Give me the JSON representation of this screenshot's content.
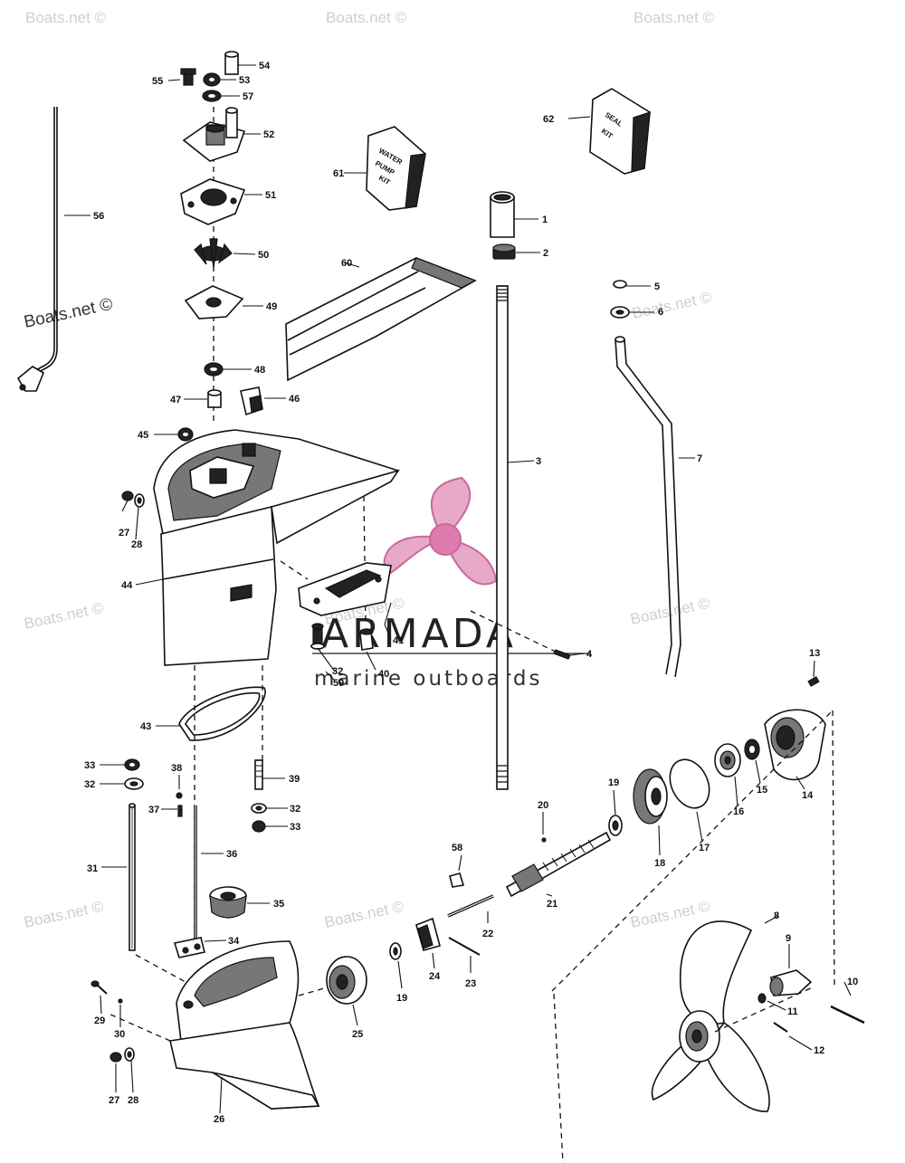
{
  "watermark": {
    "text": "Boats.net ©",
    "faint_text": "Boats.net ©"
  },
  "logo": {
    "title": "ARMADA",
    "subtitle": "marine outboards",
    "color": "#e8a9c8"
  },
  "kits": {
    "water_pump_kit": [
      "WATER",
      "PUMP",
      "KIT"
    ],
    "seal_kit": [
      "SEAL",
      "KIT"
    ]
  },
  "callouts": [
    {
      "id": "c1",
      "label": "1"
    },
    {
      "id": "c2",
      "label": "2"
    },
    {
      "id": "c3",
      "label": "3"
    },
    {
      "id": "c4",
      "label": "4"
    },
    {
      "id": "c5",
      "label": "5"
    },
    {
      "id": "c6",
      "label": "6"
    },
    {
      "id": "c7",
      "label": "7"
    },
    {
      "id": "c8",
      "label": "8"
    },
    {
      "id": "c9",
      "label": "9"
    },
    {
      "id": "c10",
      "label": "10"
    },
    {
      "id": "c11",
      "label": "11"
    },
    {
      "id": "c12",
      "label": "12"
    },
    {
      "id": "c13",
      "label": "13"
    },
    {
      "id": "c14",
      "label": "14"
    },
    {
      "id": "c15",
      "label": "15"
    },
    {
      "id": "c16",
      "label": "16"
    },
    {
      "id": "c17",
      "label": "17"
    },
    {
      "id": "c18",
      "label": "18"
    },
    {
      "id": "c19a",
      "label": "19"
    },
    {
      "id": "c19b",
      "label": "19"
    },
    {
      "id": "c20",
      "label": "20"
    },
    {
      "id": "c21",
      "label": "21"
    },
    {
      "id": "c22",
      "label": "22"
    },
    {
      "id": "c23",
      "label": "23"
    },
    {
      "id": "c24",
      "label": "24"
    },
    {
      "id": "c25",
      "label": "25"
    },
    {
      "id": "c26",
      "label": "26"
    },
    {
      "id": "c27a",
      "label": "27"
    },
    {
      "id": "c28a",
      "label": "28"
    },
    {
      "id": "c27b",
      "label": "27"
    },
    {
      "id": "c28b",
      "label": "28"
    },
    {
      "id": "c29",
      "label": "29"
    },
    {
      "id": "c30",
      "label": "30"
    },
    {
      "id": "c31",
      "label": "31"
    },
    {
      "id": "c32a",
      "label": "32"
    },
    {
      "id": "c32b",
      "label": "32"
    },
    {
      "id": "c32c",
      "label": "32"
    },
    {
      "id": "c33a",
      "label": "33"
    },
    {
      "id": "c33b",
      "label": "33"
    },
    {
      "id": "c34",
      "label": "34"
    },
    {
      "id": "c35",
      "label": "35"
    },
    {
      "id": "c36",
      "label": "36"
    },
    {
      "id": "c37",
      "label": "37"
    },
    {
      "id": "c38",
      "label": "38"
    },
    {
      "id": "c39",
      "label": "39"
    },
    {
      "id": "c40",
      "label": "40"
    },
    {
      "id": "c41",
      "label": "41"
    },
    {
      "id": "c43",
      "label": "43"
    },
    {
      "id": "c44",
      "label": "44"
    },
    {
      "id": "c45",
      "label": "45"
    },
    {
      "id": "c46",
      "label": "46"
    },
    {
      "id": "c47",
      "label": "47"
    },
    {
      "id": "c48",
      "label": "48"
    },
    {
      "id": "c49",
      "label": "49"
    },
    {
      "id": "c50",
      "label": "50"
    },
    {
      "id": "c51",
      "label": "51"
    },
    {
      "id": "c52",
      "label": "52"
    },
    {
      "id": "c53",
      "label": "53"
    },
    {
      "id": "c54",
      "label": "54"
    },
    {
      "id": "c55",
      "label": "55"
    },
    {
      "id": "c56",
      "label": "56"
    },
    {
      "id": "c57",
      "label": "57"
    },
    {
      "id": "c58",
      "label": "58"
    },
    {
      "id": "c59",
      "label": "59"
    },
    {
      "id": "c60",
      "label": "60"
    },
    {
      "id": "c61",
      "label": "61"
    },
    {
      "id": "c62",
      "label": "62"
    }
  ]
}
